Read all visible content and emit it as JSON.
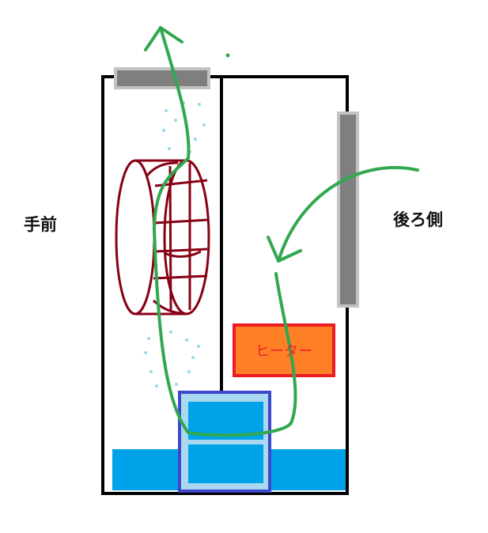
{
  "labels": {
    "front": "手前",
    "back": "後ろ側",
    "heater": "ヒーター"
  },
  "colors": {
    "tank_outline": "#000000",
    "water": "#00a2e8",
    "filter_fill": "#a9d8f0",
    "filter_border": "#3f48cc",
    "heater_fill": "#ff7f27",
    "heater_border": "#ed1c24",
    "heater_text": "#e8262c",
    "airflow_arrow": "#31a84f",
    "fan_cage": "#880015",
    "vent_bar": "#7f7f7f",
    "vent_border": "#c3c3c3",
    "mist_dots": "#99d9ea"
  }
}
